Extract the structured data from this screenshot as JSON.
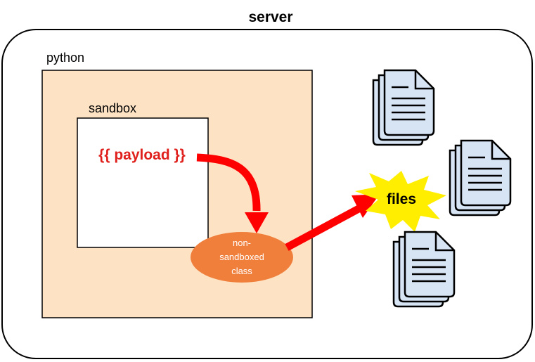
{
  "server": {
    "label": "server"
  },
  "python": {
    "label": "python"
  },
  "sandbox": {
    "label": "sandbox"
  },
  "payload": {
    "label": "{{ payload }}"
  },
  "non_sandboxed_class": {
    "lines": [
      "non-",
      "sandboxed",
      "class"
    ]
  },
  "files": {
    "label": "files"
  },
  "colors": {
    "python_fill": "#fde3c4",
    "class_fill": "#f07f3c",
    "arrow": "#ff0000",
    "payload_text": "#e0201c",
    "burst_fill": "#ffee00",
    "doc_fill": "#d6e4f4"
  }
}
